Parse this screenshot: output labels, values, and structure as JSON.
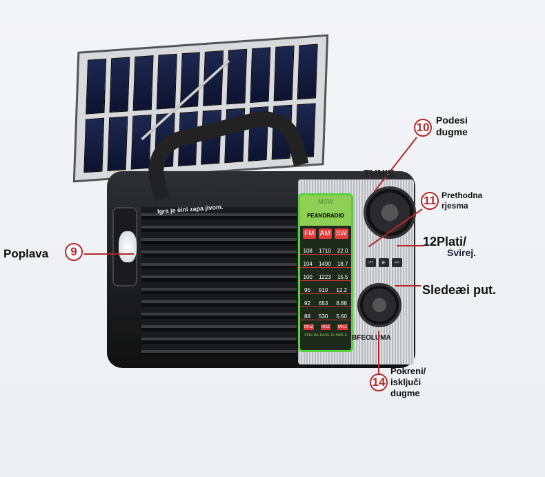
{
  "radio": {
    "brand_label": "TUNIE",
    "slogan": "Igra je èini zapa jivom.",
    "display_title": "PEANDRADIO",
    "display_top": "MSW",
    "bands": [
      "FM",
      "AM",
      "SW"
    ],
    "rows": [
      [
        "108",
        "1710",
        "22.0"
      ],
      [
        "104",
        "1490",
        "18.7"
      ],
      [
        "100",
        "1223",
        "15.5"
      ],
      [
        "95",
        "910",
        "12.2"
      ],
      [
        "92",
        "653",
        "8.88"
      ],
      [
        "88",
        "530",
        "5.60"
      ]
    ],
    "units": [
      "MHZ",
      "KHZ",
      "MHZ"
    ],
    "model": "SPECIAL-BASS  JG-9985-S",
    "volume_label": "BFEOLUMA"
  },
  "callouts": {
    "c9": {
      "num": "9",
      "text": "Poplava"
    },
    "c10": {
      "num": "10",
      "text1": "Podesi",
      "text2": "dugme"
    },
    "c11": {
      "num": "11",
      "text1": "Prethodna",
      "text2": "rjesma"
    },
    "c12": {
      "text1": "12Plati/",
      "text2": "Svirej."
    },
    "c13": {
      "text": "Sledeæi put."
    },
    "c14": {
      "num": "14",
      "text1": "Pokreni/",
      "text2": "isključi",
      "text3": "dugme"
    }
  },
  "colors": {
    "accent": "#b3272a",
    "display": "#58d13c"
  }
}
